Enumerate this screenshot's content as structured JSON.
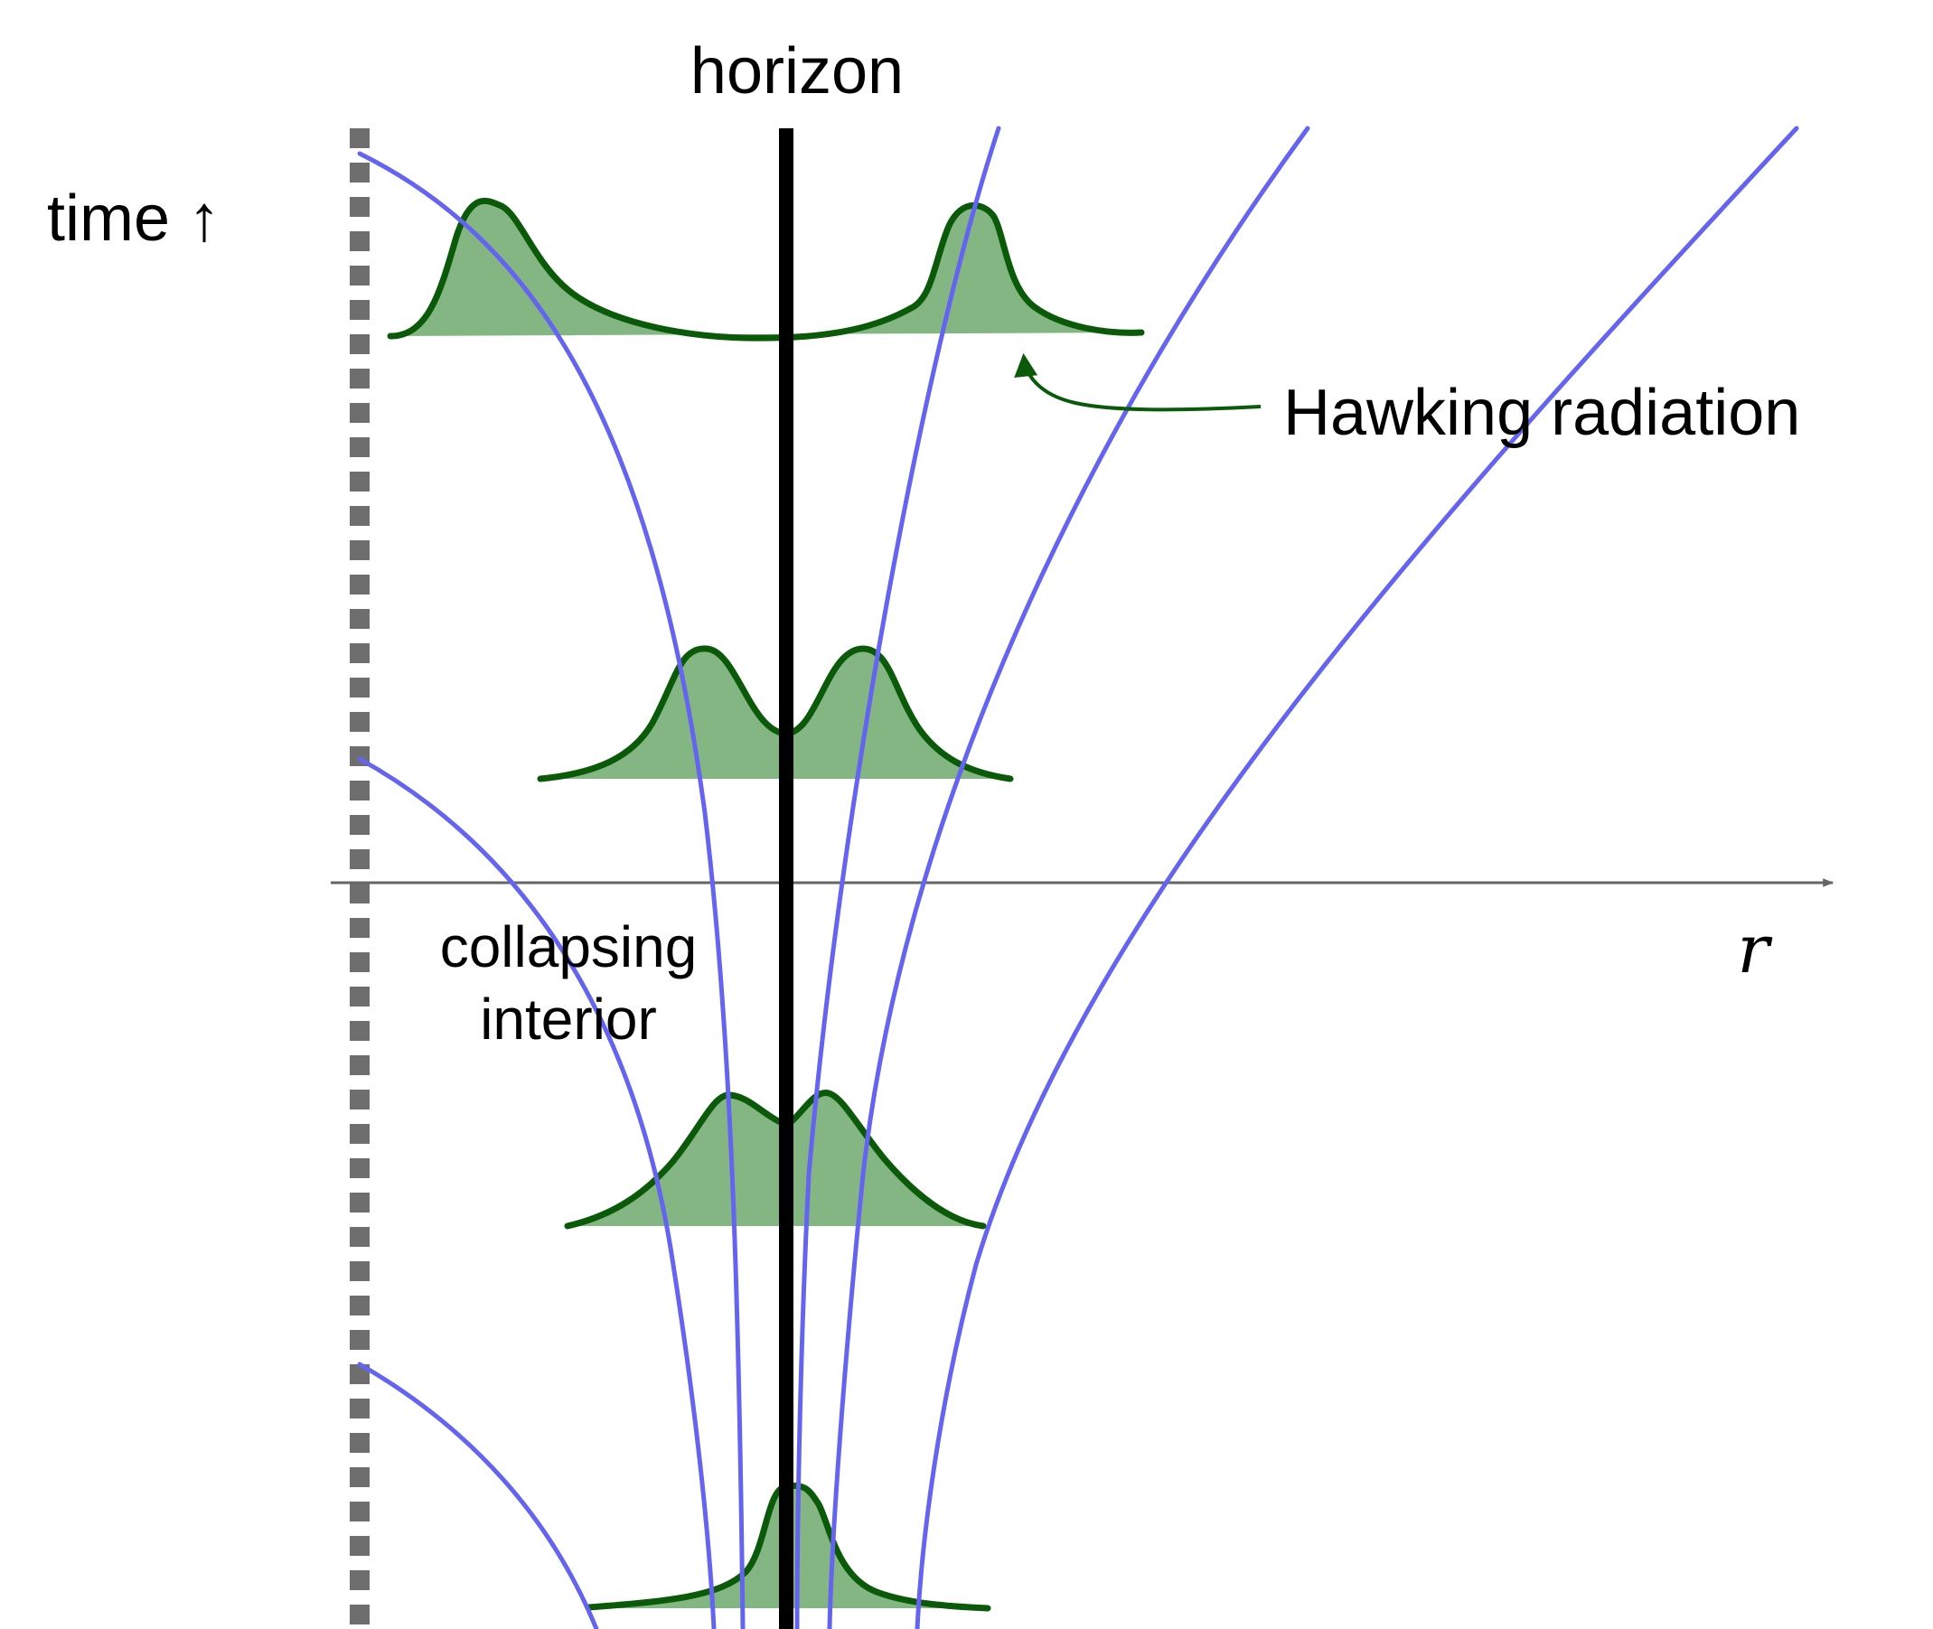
{
  "labels": {
    "horizon": "horizon",
    "time_axis": "time ↑",
    "hawking_radiation": "Hawking radiation",
    "collapsing_line1": "collapsing",
    "collapsing_line2": "interior",
    "r_axis": "r"
  },
  "colors": {
    "worldline": "#6464f0",
    "packet_stroke": "#0a5a0a",
    "packet_fill": "#5a9e5a",
    "horizon_line": "#000000",
    "interior_boundary": "#6e6e6e",
    "r_axis": "#666666",
    "text": "#000000"
  },
  "icons": {
    "r_axis_arrow": "arrow-right-icon",
    "hawking_pointer": "curved-arrow-icon"
  }
}
